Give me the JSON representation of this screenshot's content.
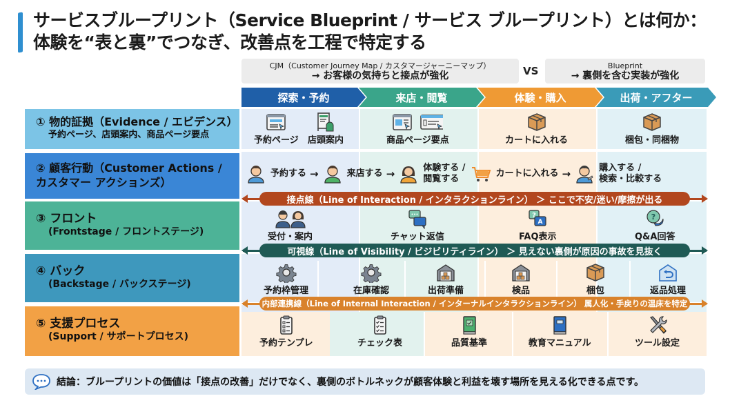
{
  "title": {
    "line1": "サービスブループリント（Service Blueprint / サービス ブループリント）とは何か：",
    "line2": "体験を“表と裏”でつなぎ、改善点を工程で特定する"
  },
  "comparison": {
    "left": {
      "label": "CJM（Customer Journey Map / カスタマージャーニーマップ）",
      "strength": "→ お客様の気持ちと接点が強化"
    },
    "vs": "VS",
    "right": {
      "label": "Blueprint",
      "strength": "→ 裏側を含む実装が強化"
    }
  },
  "phases": [
    {
      "label": "探索・予約",
      "color": "#1f5fa8"
    },
    {
      "label": "来店・閲覧",
      "color": "#3aa58a"
    },
    {
      "label": "体験・購入",
      "color": "#ef9a34"
    },
    {
      "label": "出荷・アフター",
      "color": "#3a9bb8"
    }
  ],
  "lanes": [
    {
      "number": "①",
      "title": "物的証拠（Evidence / エビデンス）",
      "subtitle": "予約ページ、店頭案内、商品ページ要点",
      "color": "#7cc4e6"
    },
    {
      "number": "②",
      "title": "顧客行動（Customer Actions /",
      "subtitle": "カスタマー アクションズ）",
      "color": "#3a86d6"
    },
    {
      "number": "③",
      "title": "フロント",
      "subtitle": "(Frontstage / フロントステージ)",
      "color": "#4db397"
    },
    {
      "number": "④",
      "title": "バック",
      "subtitle": "(Backstage / バックステージ)",
      "color": "#3e98bd"
    },
    {
      "number": "⑤",
      "title": "支援プロセス",
      "subtitle": "(Support / サポートプロセス)",
      "color": "#f2a145"
    }
  ],
  "evidence": [
    {
      "label": "予約ページ",
      "icon": "web-page-icon"
    },
    {
      "label": "店頭案内",
      "icon": "store-sign-icon"
    },
    {
      "label": "商品ページ要点",
      "icon": "product-pages-icon"
    },
    {
      "label": "カートに入れる",
      "icon": "box-icon"
    },
    {
      "label": "梱包・同梱物",
      "icon": "box-icon"
    }
  ],
  "customer_actions": [
    {
      "label": "予約する",
      "icon": "person-icon"
    },
    {
      "label": "来店する",
      "icon": "person-icon"
    },
    {
      "label": "体験する /",
      "label2": "閲覧する",
      "icon": "woman-icon"
    },
    {
      "label": "カートに入れる",
      "icon": "cart-icon"
    },
    {
      "label": "購入する /",
      "label2": "検索・比較する",
      "icon": "person-icon"
    }
  ],
  "action_arrow": "→",
  "lines": {
    "interaction": {
      "text": "接点線（Line of Interaction / インタラクションライン） ＞ ここで不安/迷い/摩擦が出る",
      "color": "#b2471e"
    },
    "visibility": {
      "text": "可視線（Line of Visibility / ビジビリティライン） ＞ 見えない裏側が原因の事故を見抜く",
      "color": "#1f5a55"
    },
    "internal": {
      "text": "内部連携線（Line of Internal Interaction / インターナルインタラクションライン） 属人化・手戻りの温床を特定",
      "color": "#d9822b"
    }
  },
  "frontstage": [
    {
      "label": "受付・案内",
      "icon": "staff-icon"
    },
    {
      "label": "チャット返信",
      "icon": "chat-icon"
    },
    {
      "label": "FAQ表示",
      "icon": "faq-icon"
    },
    {
      "label": "Q&A回答",
      "icon": "question-icon"
    }
  ],
  "backstage": [
    {
      "label": "予約枠管理",
      "icon": "gear-icon"
    },
    {
      "label": "在庫確認",
      "icon": "gear-icon"
    },
    {
      "label": "出荷準備",
      "icon": "warehouse-icon"
    },
    {
      "label": "検品",
      "icon": "warehouse-icon"
    },
    {
      "label": "梱包",
      "icon": "box-icon"
    },
    {
      "label": "返品処理",
      "icon": "return-icon"
    }
  ],
  "support": [
    {
      "label": "予約テンプレ",
      "icon": "clipboard-icon"
    },
    {
      "label": "チェック表",
      "icon": "checklist-icon"
    },
    {
      "label": "品質基準",
      "icon": "green-book-icon"
    },
    {
      "label": "教育マニュアル",
      "icon": "blue-book-icon"
    },
    {
      "label": "ツール設定",
      "icon": "tools-icon"
    }
  ],
  "conclusion": "結論：ブループリントの価値は「接点の改善」だけでなく、裏側のボトルネックが顧客体験と利益を壊す場所を見える化できる点です。"
}
